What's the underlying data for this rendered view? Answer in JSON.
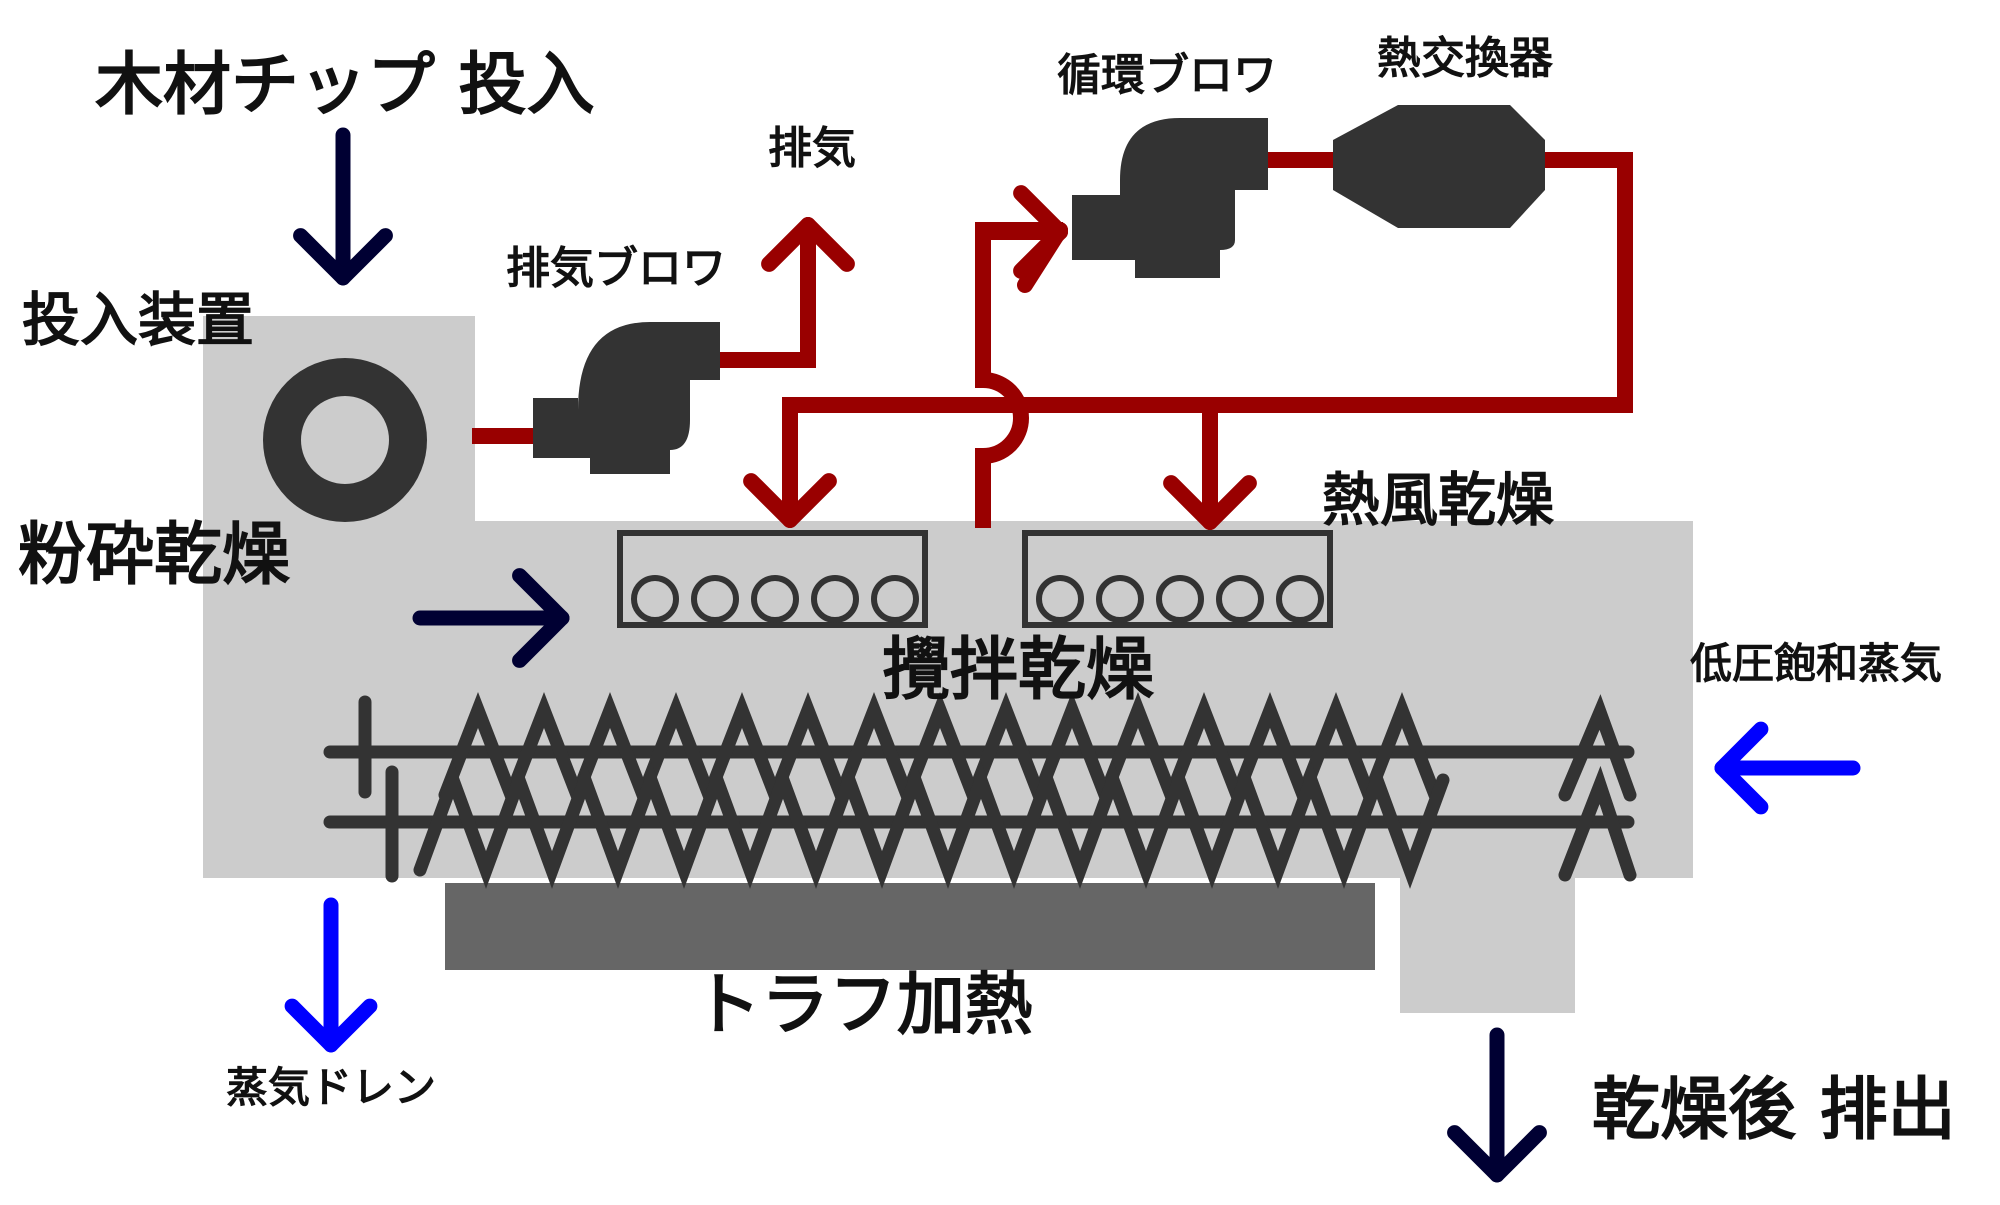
{
  "labels": {
    "chip_input": "木材チップ 投入",
    "feeder": "投入装置",
    "crush_dry": "粉砕乾燥",
    "exhaust": "排気",
    "exhaust_blower": "排気ブロワ",
    "circ_blower": "循環ブロワ",
    "heat_exchanger": "熱交換器",
    "hot_air_dry": "熱風乾燥",
    "stir_dry": "攪拌乾燥",
    "steam_in": "低圧飽和蒸気",
    "trough_heat": "トラフ加熱",
    "steam_drain": "蒸気ドレン",
    "discharge": "乾燥後 排出"
  },
  "colors": {
    "body": "#cccccc",
    "machine": "#333333",
    "trough": "#666666",
    "hot_air": "#990000",
    "material_flow": "#000033",
    "steam": "#0000ff"
  }
}
